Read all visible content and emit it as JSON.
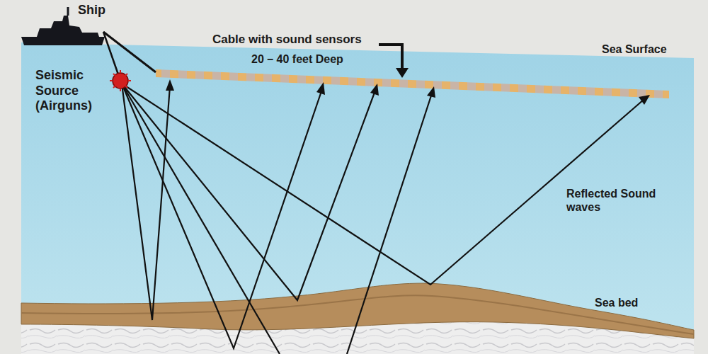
{
  "diagram": {
    "labels": [
      "Ship",
      "Cable with sound sensors",
      "20 – 40 feet Deep",
      "Sea Surface",
      "Seismic Source (Airguns)",
      "Reflected Sound waves",
      "Sea bed"
    ]
  }
}
